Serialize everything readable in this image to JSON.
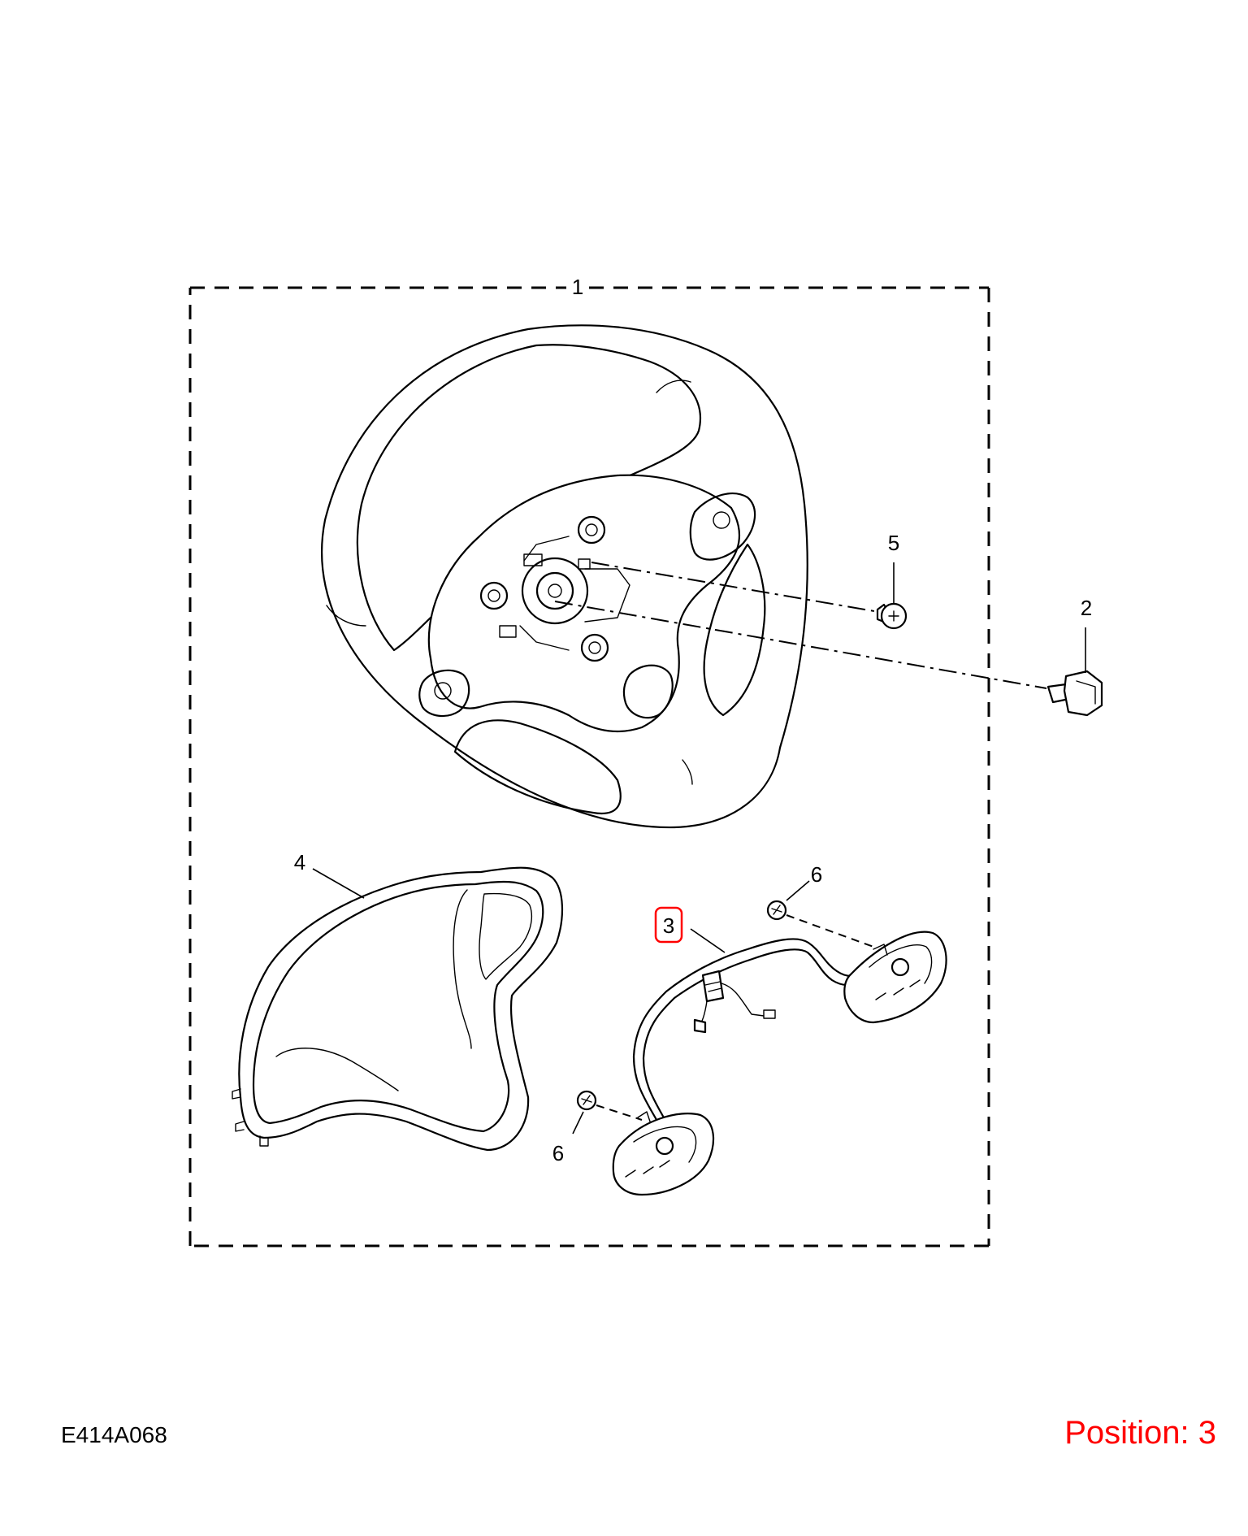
{
  "callouts": {
    "c1": "1",
    "c2": "2",
    "c3": "3",
    "c4": "4",
    "c5": "5",
    "c6_top": "6",
    "c6_bottom": "6"
  },
  "footer": {
    "code": "E414A068",
    "position": "Position: 3"
  },
  "colors": {
    "line": "#000000",
    "highlight": "#ff0000",
    "background": "#ffffff"
  }
}
